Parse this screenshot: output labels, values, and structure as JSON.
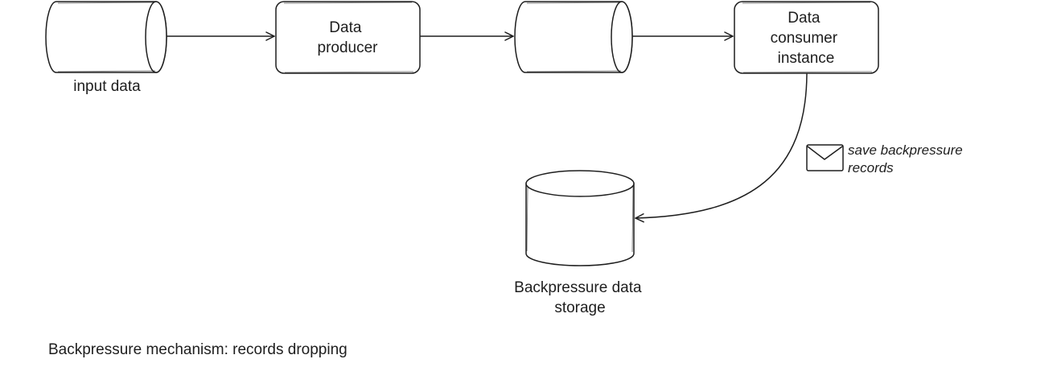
{
  "nodes": {
    "input_data": {
      "label": "input data"
    },
    "data_producer": {
      "label_lines": [
        "Data",
        "producer"
      ]
    },
    "middle_queue": {
      "label": ""
    },
    "data_consumer": {
      "label_lines": [
        "Data",
        "consumer",
        "instance"
      ]
    },
    "backpressure_storage": {
      "label_lines": [
        "Backpressure data",
        "storage"
      ]
    }
  },
  "edges": {
    "consumer_to_storage": {
      "label_lines": [
        "save backpressure",
        "records"
      ],
      "icon": "envelope-icon"
    }
  },
  "caption": "Backpressure mechanism: records dropping"
}
